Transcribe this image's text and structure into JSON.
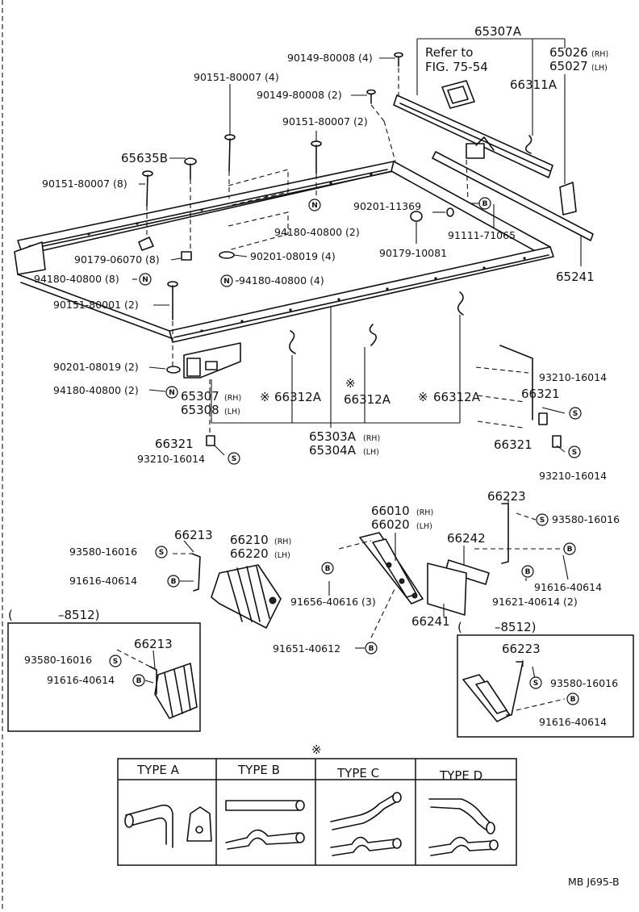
{
  "labels": {
    "p65307A": "65307A",
    "refer_to_l1": "Refer to",
    "refer_to_l2": "FIG. 75-54",
    "p65026": "65026",
    "p65027": "65027",
    "rh": "(RH)",
    "lh": "(LH)",
    "p90149_80008_4": "90149-80008 (4)",
    "p90151_80007_4": "90151-80007 (4)",
    "p90149_80008_2": "90149-80008 (2)",
    "p66311A": "66311A",
    "p90151_80007_2": "90151-80007 (2)",
    "p65635B": "65635B",
    "p90151_80007_8": "90151-80007 (8)",
    "p90201_11369": "90201-11369",
    "p94180_40800_2_top": "94180-40800 (2)",
    "p91111_71065": "91111-71065",
    "p90179_06070_8": "90179-06070 (8)",
    "p90201_08019_4": "90201-08019 (4)",
    "p90179_10081": "90179-10081",
    "p65241": "65241",
    "p94180_40800_8": "94180-40800 (8)",
    "p94180_40800_4": "94180-40800 (4)",
    "p90151_80001_2": "90151-80001 (2)",
    "p90201_08019_2": "90201-08019 (2)",
    "p94180_40800_2_bot": "94180-40800 (2)",
    "p65307": "65307",
    "p65308": "65308",
    "p66312A": "66312A",
    "p93210_16014": "93210-16014",
    "p66321": "66321",
    "p65303A": "65303A",
    "p65304A": "65304A",
    "p66010": "66010",
    "p66020": "66020",
    "p66223": "66223",
    "p93580_16016": "93580-16016",
    "p66213": "66213",
    "p66210": "66210",
    "p66220": "66220",
    "p66242": "66242",
    "p91616_40614": "91616-40614",
    "p91656_40616_3": "91656-40616 (3)",
    "p91621_40614_2": "91621-40614 (2)",
    "p66241": "66241",
    "p91651_40612": "91651-40612",
    "date_range": "–8512)",
    "paren_open": "(",
    "ref_mark": "※",
    "type_a": "TYPE  A",
    "type_b": "TYPE  B",
    "type_c": "TYPE  C",
    "type_d": "TYPE  D",
    "footer_code": "MB  J695-B"
  },
  "symbols": {
    "N": "N",
    "B": "B",
    "S": "S"
  }
}
